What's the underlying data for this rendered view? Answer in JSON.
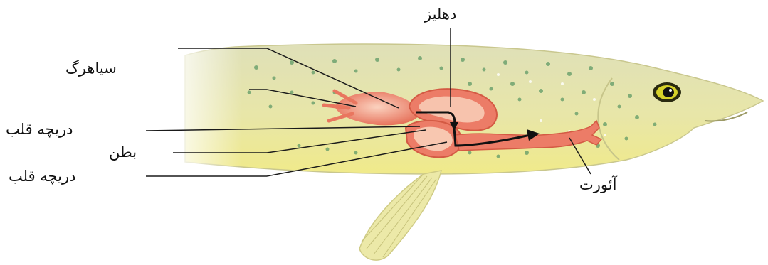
{
  "labels": {
    "atrium": "دهلیز",
    "vein": "سیاهرگ",
    "valve_top": "دریچه قلب",
    "ventricle": "بطن",
    "valve_bottom": "دریچه قلب",
    "aorta": "آئورت"
  },
  "colors": {
    "fish_body": "#e7e6b4",
    "fish_belly": "#f1ec8f",
    "spots": "#5f9a66",
    "heart": "#e9765f",
    "heart_light": "#f8c7b0",
    "leader_lines": "#1a1a1a",
    "arrow": "#111111"
  }
}
